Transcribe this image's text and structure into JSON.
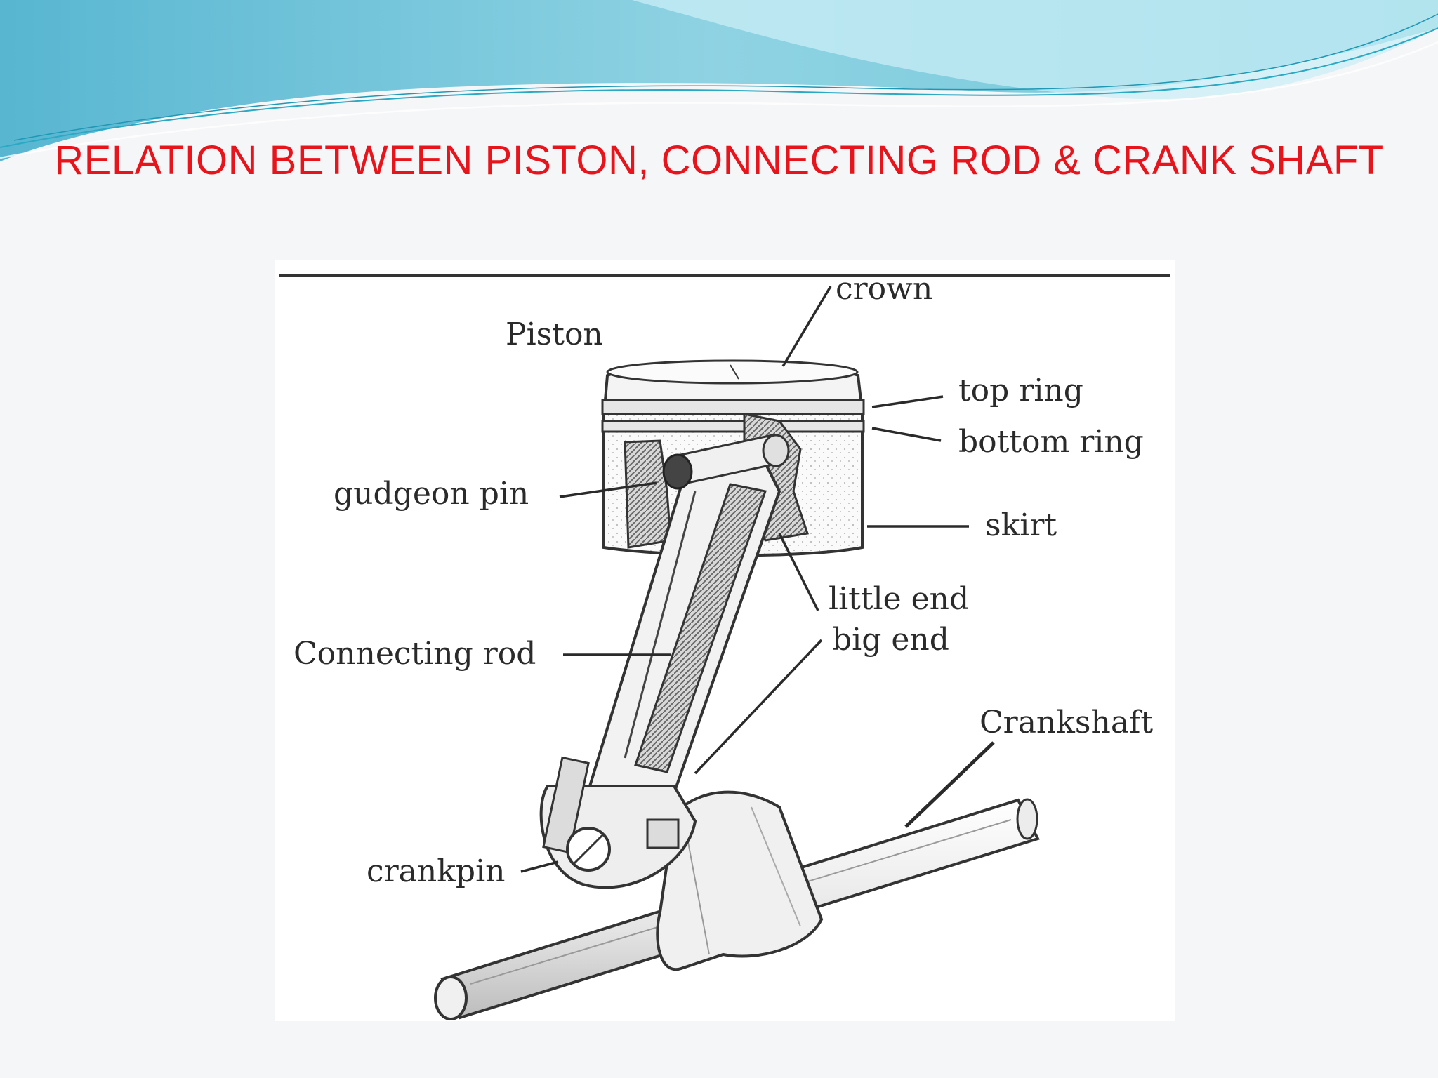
{
  "slide": {
    "title": "RELATION BETWEEN PISTON, CONNECTING ROD & CRANK SHAFT",
    "title_color": "#e8141c",
    "wave_colors": [
      "#7ec8dc",
      "#3fb7cf",
      "#bfe7ef"
    ]
  },
  "diagram": {
    "labels": {
      "crown": "crown",
      "piston": "Piston",
      "top_ring": "top ring",
      "bottom_ring": "bottom ring",
      "gudgeon_pin": "gudgeon pin",
      "skirt": "skirt",
      "little_end": "little end",
      "big_end": "big end",
      "connecting_rod": "Connecting rod",
      "crankshaft": "Crankshaft",
      "crankpin": "crankpin"
    }
  }
}
